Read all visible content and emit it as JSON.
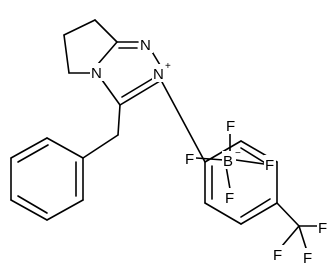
{
  "molecule": {
    "labels": {
      "n_bridge": "N",
      "n_top": "N",
      "n_cation": "N",
      "n_cation_charge": "+",
      "b_anion": "B",
      "b_anion_charge": "−",
      "f_b_top": "F",
      "f_b_left": "F",
      "f_b_right": "F",
      "f_b_bottom": "F",
      "f_cf3_right": "F",
      "f_cf3_left": "F",
      "f_cf3_bottom": "F"
    }
  }
}
